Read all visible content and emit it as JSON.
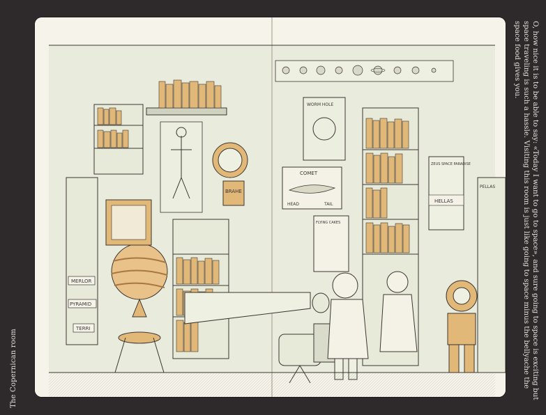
{
  "captions": {
    "title": "The Copernican room",
    "body": "O, how nice it is to be able to say: «Today I want to go to space», and sure going to space is exciting but space traveling is such a hassle. Visiting this room is just like going to space minus the bellyache the space food gives you."
  },
  "drawing_labels": {
    "globe_stand": "MERLOR",
    "pyramid_sign": "PYRAMID",
    "small_sign": "TERRI",
    "plaque": "BRAHE",
    "comet_poster": "COMET",
    "comet_head": "HEAD",
    "comet_tail": "TAIL",
    "flying_cakes": "FLYING CAKES",
    "wormhole": "WORM HOLE",
    "poster_right": "ZEUS SPACE PARADISE",
    "hellas": "HELLAS",
    "shelf_sign": "PELLAS",
    "planets": [
      "mercury",
      "venus",
      "earth",
      "mars",
      "jupiter",
      "saturn",
      "uranus",
      "neptune",
      "pluto"
    ]
  },
  "palette": {
    "border": "#2e2a2b",
    "paper": "#f6f4ea",
    "ink": "#3a3532",
    "wash_green": "#dfe3cf",
    "wash_ochre": "#e2b878",
    "caption": "#e6e3df"
  }
}
